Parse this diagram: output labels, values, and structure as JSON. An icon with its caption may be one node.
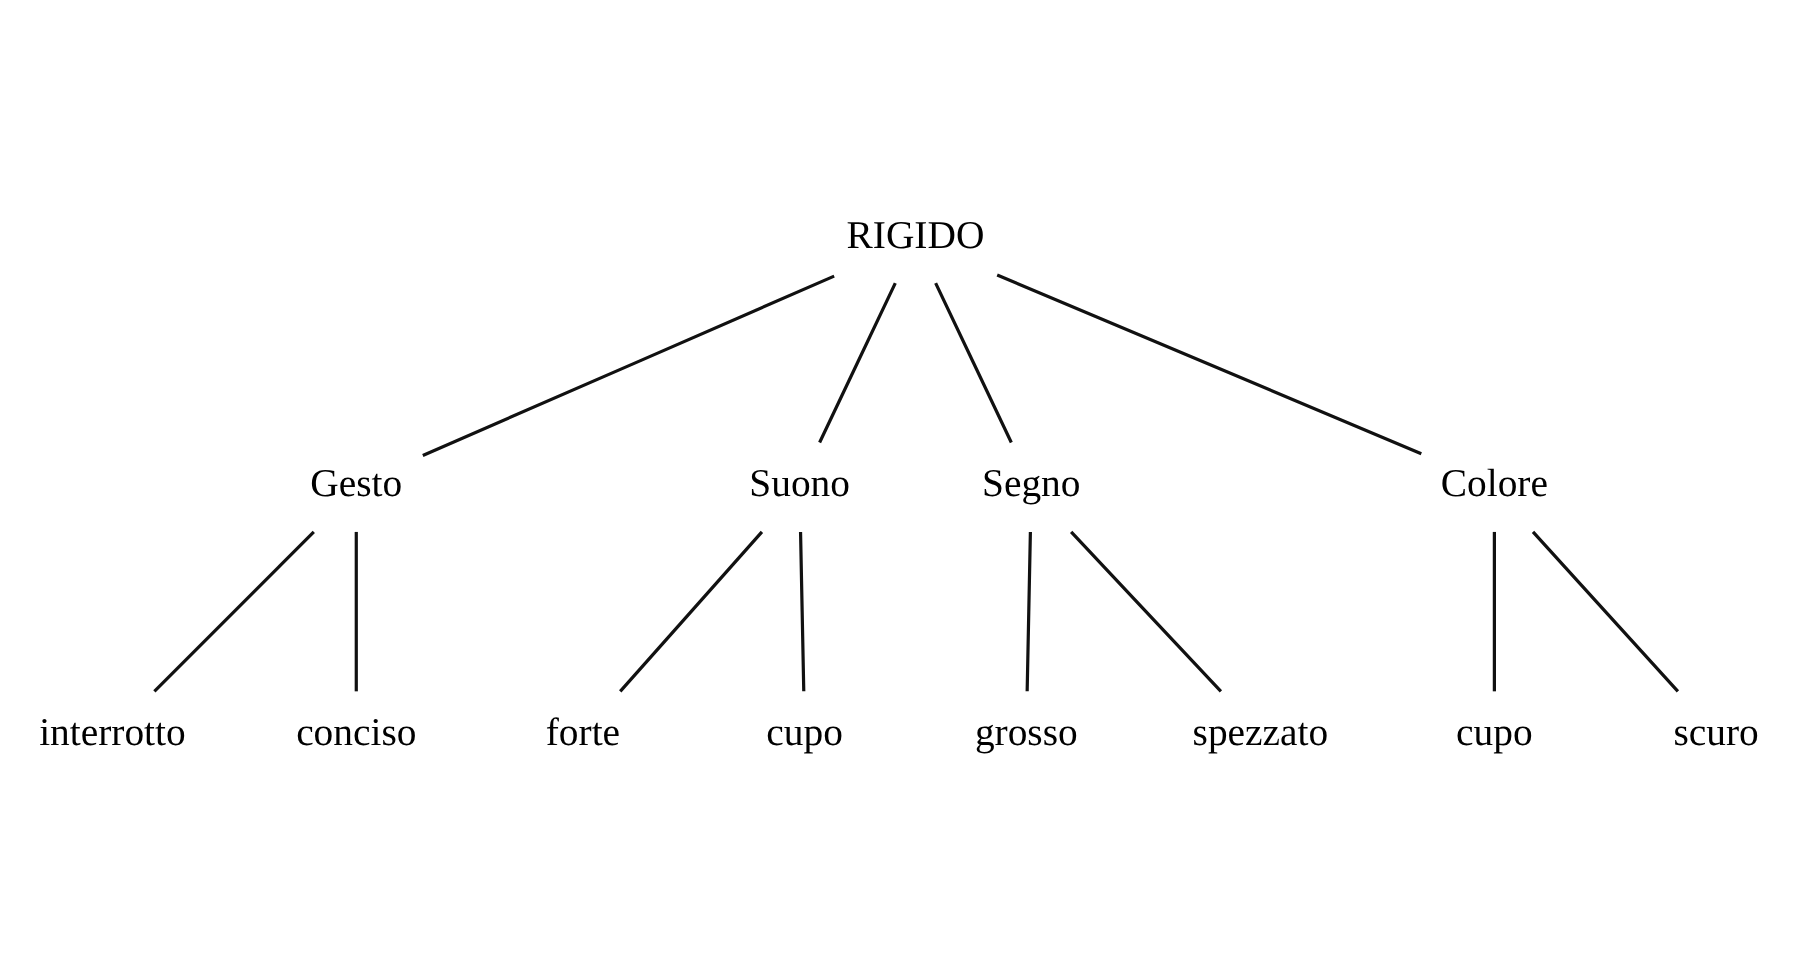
{
  "diagram": {
    "nodes": [
      {
        "text": [
          "RIGIDO"
        ]
      },
      {
        "text": [
          "Gesto"
        ]
      },
      {
        "text": [
          "Suono"
        ]
      },
      {
        "text": [
          "Segno"
        ]
      },
      {
        "text": [
          "Colore"
        ]
      },
      {
        "text": [
          "interrotto"
        ]
      },
      {
        "text": [
          "conciso"
        ]
      },
      {
        "text": [
          "forte"
        ]
      },
      {
        "text": [
          "cupo"
        ]
      },
      {
        "text": [
          "grosso"
        ]
      },
      {
        "text": [
          "spezzato"
        ]
      },
      {
        "text": [
          "cupo"
        ]
      },
      {
        "text": [
          "scuro"
        ]
      }
    ],
    "edges": [
      {
        "from": 0,
        "to": 1,
        "arrow": "none"
      },
      {
        "from": 0,
        "to": 2,
        "arrow": "none"
      },
      {
        "from": 0,
        "to": 3,
        "arrow": "none"
      },
      {
        "from": 0,
        "to": 4,
        "arrow": "none"
      },
      {
        "from": 1,
        "to": 5,
        "arrow": "none"
      },
      {
        "from": 1,
        "to": 6,
        "arrow": "none"
      },
      {
        "from": 2,
        "to": 7,
        "arrow": "none"
      },
      {
        "from": 2,
        "to": 8,
        "arrow": "none"
      },
      {
        "from": 3,
        "to": 9,
        "arrow": "none"
      },
      {
        "from": 3,
        "to": 10,
        "arrow": "none"
      },
      {
        "from": 4,
        "to": 11,
        "arrow": "none"
      },
      {
        "from": 4,
        "to": 12,
        "arrow": "none"
      }
    ]
  }
}
